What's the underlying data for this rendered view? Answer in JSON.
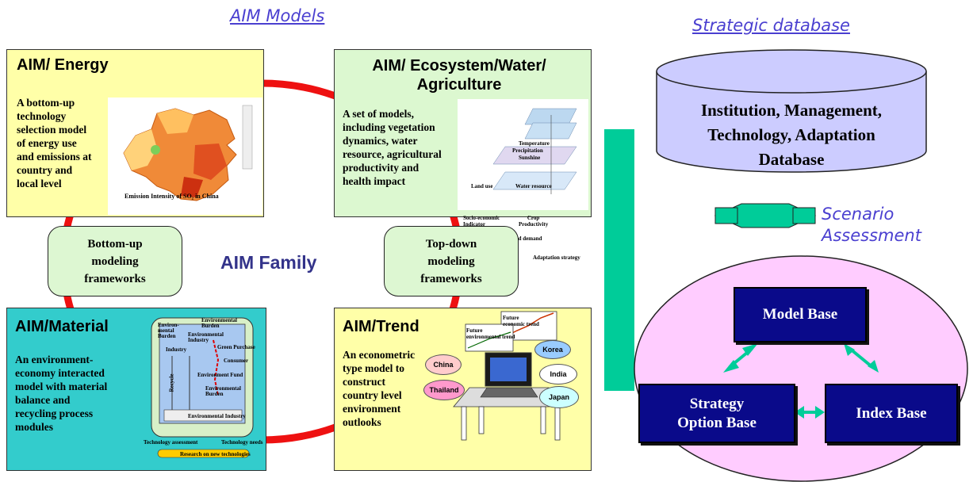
{
  "headings": {
    "aim_models": "AIM Models",
    "strategic_database": "Strategic database",
    "aim_family": "AIM Family"
  },
  "panels": {
    "energy": {
      "title": "AIM/ Energy",
      "description": "A bottom-up\ntechnology\nselection model\nof energy use\nand emissions at\ncountry and\nlocal level",
      "map_caption": "Emission Intensity of SO₂ in China",
      "bg_color": "#ffffa8"
    },
    "ecosystem": {
      "title": "AIM/ Ecosystem/Water/\nAgriculture",
      "description": "A set of models,\nincluding vegetation\ndynamics, water\nresource, agricultural\nproductivity and\nhealth impact",
      "layers": {
        "temperature": "Temperature",
        "precipitation": "Precipitation",
        "sunshine": "Sunshine",
        "land_use": "Land use",
        "water_resource": "Water resource",
        "socio_economic": "Socio-economic\nIndicator",
        "crop_productivity": "Crop\nProductivity",
        "food_demand": "Impact on food demand",
        "adaptation": "Adaptation strategy"
      },
      "bg_color": "#dcf8d0"
    },
    "material": {
      "title": "AIM/Material",
      "description": "An environment-\neconomy interacted\nmodel with material\nbalance and\nrecycling process\nmodules",
      "diagram": {
        "env_burden_top": "Environmental\nBurden",
        "env_burden_left": "Environ-\nmental\nBurden",
        "env_industry": "Environmental\nIndustry",
        "industry": "Industry",
        "green_purchase": "Green Purchase",
        "consumer": "Consumer",
        "env_fund": "Environment Fund",
        "env_burden_mid": "Environmental\nBurden",
        "env_industry_bottom": "Environmental Industry",
        "recycle": "Recycle",
        "tech_assessment": "Technology assessment",
        "tech_needs": "Technology needs",
        "research": "Research on new technologies"
      },
      "bg_color": "#33cccc"
    },
    "trend": {
      "title": "AIM/Trend",
      "description": "An econometric\ntype model to\nconstruct\ncountry level\nenvironment\noutlooks",
      "future_economic": "Future\neconomic trend",
      "future_environmental": "Future\nenvironmental trend",
      "countries": {
        "china": "China",
        "korea": "Korea",
        "india": "India",
        "thailand": "Thailand",
        "japan": "Japan"
      },
      "bg_color": "#ffffa8"
    }
  },
  "frameworks": {
    "bottom_up": "Bottom-up\nmodeling\nframeworks",
    "top_down": "Top-down\nmodeling\nframeworks"
  },
  "database": {
    "cylinder": "Institution, Management,\nTechnology, Adaptation\nDatabase",
    "scenario": "Scenario\nAssessment",
    "model_base": "Model Base",
    "strategy_option_base": "Strategy\nOption Base",
    "index_base": "Index Base"
  },
  "colors": {
    "link_color": "#4a3fd0",
    "ring_red": "#ee1111",
    "teal": "#00cc99",
    "cylinder": "#ccccff",
    "ellipse": "#ffccff",
    "navy": "#0a0a8a"
  }
}
